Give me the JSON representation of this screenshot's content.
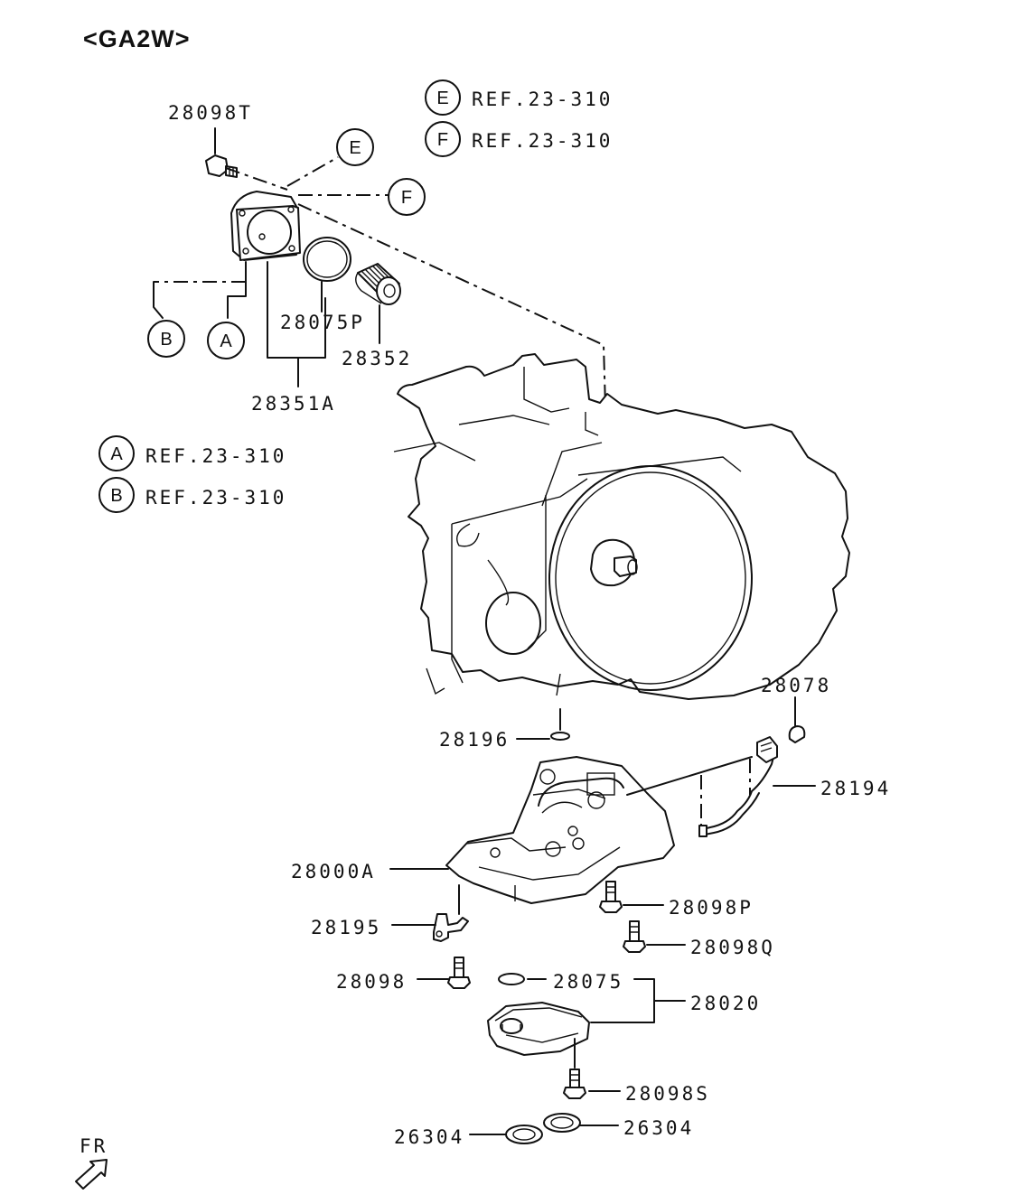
{
  "title": "<GA2W>",
  "references": [
    {
      "letter": "E",
      "text": "REF.23-310"
    },
    {
      "letter": "F",
      "text": "REF.23-310"
    },
    {
      "letter": "A",
      "text": "REF.23-310"
    },
    {
      "letter": "B",
      "text": "REF.23-310"
    }
  ],
  "callout_letters": {
    "e": "E",
    "f": "F",
    "a": "A",
    "b": "B"
  },
  "parts": {
    "p28098T": "28098T",
    "p28075P": "28075P",
    "p28352": "28352",
    "p28351A": "28351A",
    "p28078": "28078",
    "p28196": "28196",
    "p28194": "28194",
    "p28000A": "28000A",
    "p28098P": "28098P",
    "p28195": "28195",
    "p28098Q": "28098Q",
    "p28098": "28098",
    "p28075": "28075",
    "p28020": "28020",
    "p28098S": "28098S",
    "p26304a": "26304",
    "p26304b": "26304"
  },
  "direction_label": "FR",
  "colors": {
    "line": "#111111",
    "background": "#ffffff"
  }
}
